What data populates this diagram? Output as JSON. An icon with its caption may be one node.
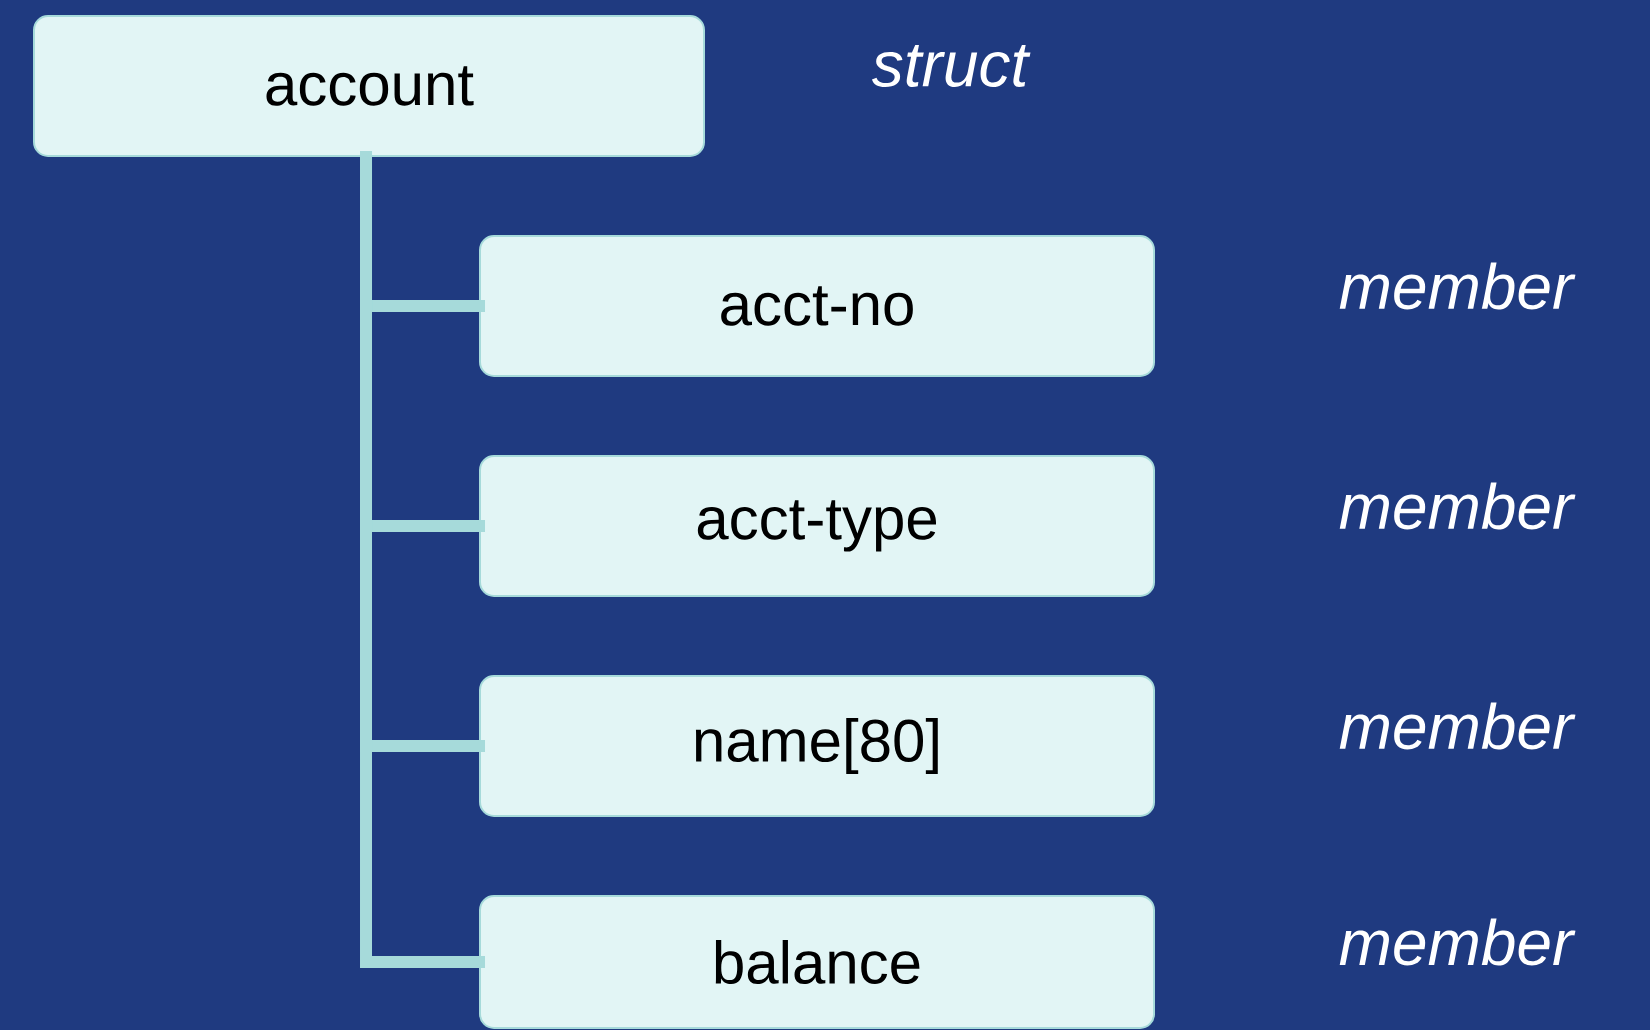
{
  "diagram": {
    "nodes": [
      {
        "text": [
          "account"
        ],
        "beside": [
          "struct"
        ]
      },
      {
        "text": [
          "acct-no"
        ],
        "beside": [
          "member"
        ]
      },
      {
        "text": [
          "acct-type"
        ],
        "beside": [
          "member"
        ]
      },
      {
        "text": [
          "name[80]"
        ],
        "beside": [
          "member"
        ]
      },
      {
        "text": [
          "balance"
        ],
        "beside": [
          "member"
        ]
      }
    ],
    "edges": [
      {
        "from": 0,
        "to": 1,
        "arrow": "none"
      },
      {
        "from": 0,
        "to": 2,
        "arrow": "none"
      },
      {
        "from": 0,
        "to": 3,
        "arrow": "none"
      },
      {
        "from": 0,
        "to": 4,
        "arrow": "none"
      }
    ]
  }
}
